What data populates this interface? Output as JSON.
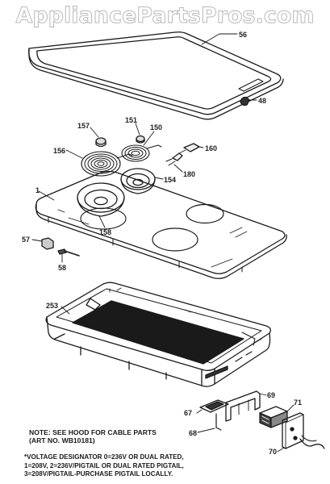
{
  "watermark": "AppliancePartsPros.com",
  "callouts": {
    "c56": "56",
    "c48": "48",
    "c157": "157",
    "c151": "151",
    "c150": "150",
    "c156": "156",
    "c160": "160",
    "c154": "154",
    "c180": "180",
    "c1": "1",
    "c158": "158",
    "c57": "57",
    "c58": "58",
    "c253": "253",
    "c67": "67",
    "c69": "69",
    "c71": "71",
    "c68": "68",
    "c70": "70"
  },
  "notes": {
    "hood_line1": "NOTE: SEE HOOD FOR CABLE PARTS",
    "hood_line2": "(ART NO. WB10181)",
    "voltage_line1": "*VOLTAGE DESIGNATOR 0=236V OR DUAL RATED,",
    "voltage_line2": "1=208V, 2=236V/PIGTAIL OR DUAL RATED PIGTAIL,",
    "voltage_line3": "3=208V/PIGTAIL-PURCHASE PIGTAIL LOCALLY."
  }
}
